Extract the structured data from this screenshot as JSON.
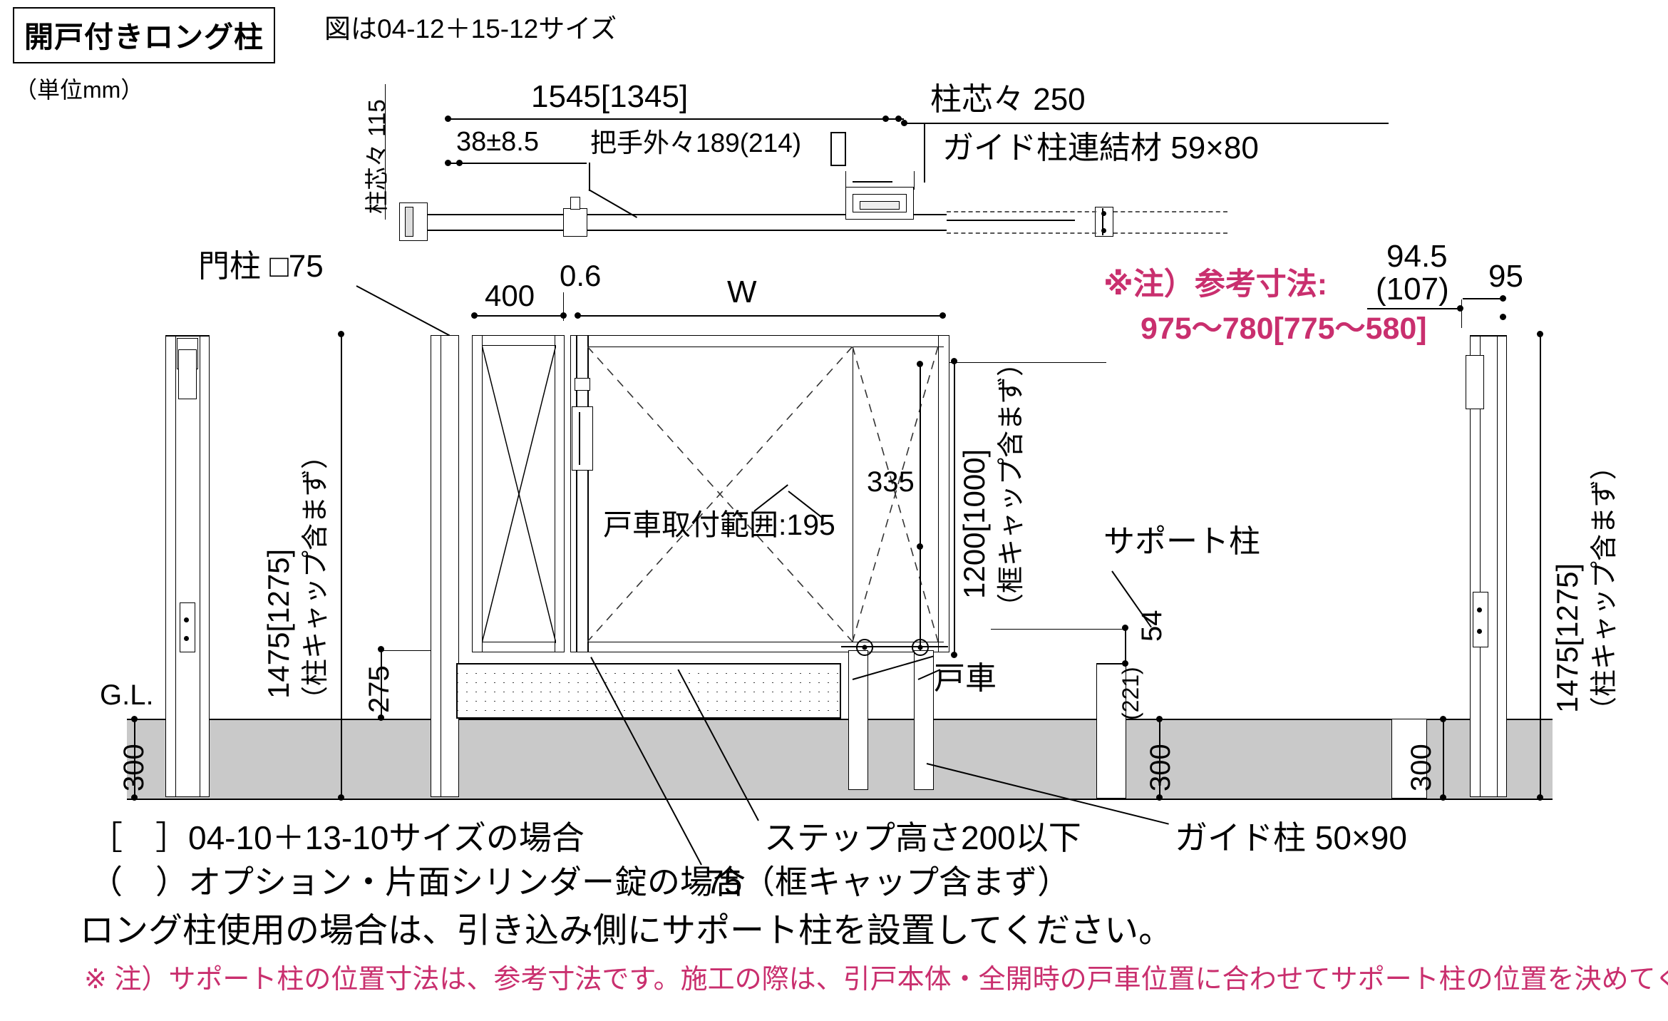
{
  "header": {
    "title_badge": "開戸付きロング柱",
    "figure_note": "図は04-12＋15-12サイズ",
    "unit_note": "（単位mm）"
  },
  "colors": {
    "pink": "#C92F6E",
    "ground": "#c9c9c9",
    "line": "#000000"
  },
  "plan_view": {
    "pillar_center_115": "柱芯々 115",
    "overall": "1545[1345]",
    "handle_offset": "38±8.5",
    "handle_outside": "把手外々189(214)",
    "pillar_center_250": "柱芯々 250",
    "guide_post_connector": "ガイド柱連結材 59×80"
  },
  "elevation": {
    "gate_post_label": "門柱 □75",
    "dim_400": "400",
    "dim_0_6": "0.6",
    "dim_W": "W",
    "left_height": "1475[1275]",
    "left_height_sub": "（柱キャップ含まず）",
    "right_height": "1475[1275]",
    "right_height_sub": "（柱キャップ含まず）",
    "dim_275": "275",
    "dim_335": "335",
    "dim_1200": "1200[1000]",
    "dim_1200_sub": "（框キャップ含まず）",
    "roller_range": "戸車取付範囲:195",
    "gl_label": "G.L.",
    "dim_300_left": "300",
    "dim_300_support": "300",
    "dim_300_guide": "300",
    "dim_54": "54",
    "dim_221": "(221)",
    "support_post_label": "サポート柱",
    "roller_label": "戸車",
    "guide_post_label": "ガイド柱 50×90",
    "dim_94_5": "94.5",
    "dim_107": "(107)",
    "dim_95": "95",
    "ref_note_title": "※注）参考寸法:",
    "ref_note_value": "975〜780[775〜580]"
  },
  "footnotes": {
    "line1": "［　］04-10＋13-10サイズの場合",
    "line2": "（　）オプション・片面シリンダー錠の場合",
    "step_height": "ステップ高さ200以下",
    "frame_cap": "75（框キャップ含まず）",
    "line3": "ロング柱使用の場合は、引き込み側にサポート柱を設置してください。",
    "line4": "※ 注）サポート柱の位置寸法は、参考寸法です。施工の際は、引戸本体・全開時の戸車位置に合わせてサポート柱の位置を決めてください。"
  }
}
